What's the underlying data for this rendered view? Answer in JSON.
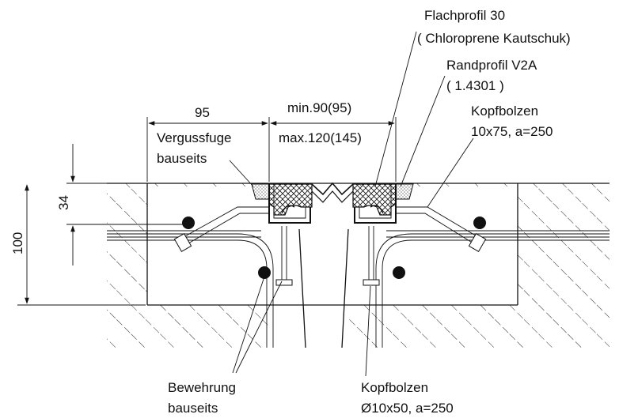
{
  "labels": {
    "flachprofil": "Flachprofil 30",
    "chloroprene": "( Chloroprene Kautschuk)",
    "randprofil": "Randprofil V2A",
    "werkstoff": "( 1.4301 )",
    "kopfbolzen_top": "Kopfbolzen",
    "kopfbolzen_top_dim": "10x75, a=250",
    "vergussfuge": "Vergussfuge",
    "vergussfuge_2": "bauseits",
    "bewehrung": "Bewehrung",
    "bewehrung_2": "bauseits",
    "kopfbolzen_bottom": "Kopfbolzen",
    "kopfbolzen_bottom_dim": "Ø10x50, a=250"
  },
  "dimensions": {
    "width_95": "95",
    "gap_min": "min.90(95)",
    "gap_max": "max.120(145)",
    "depth_34": "34",
    "depth_100": "100"
  },
  "colors": {
    "line": "#111111",
    "background": "#ffffff"
  }
}
